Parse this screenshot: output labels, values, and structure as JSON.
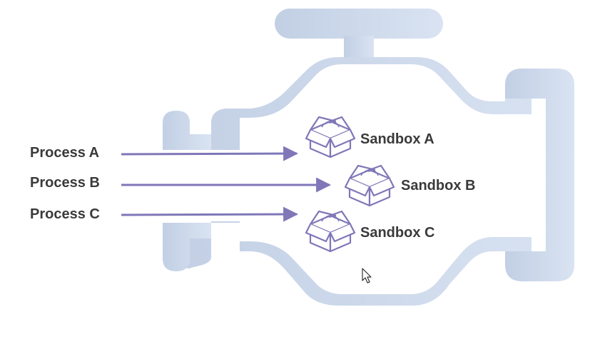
{
  "colors": {
    "engine_left": "#c2cfe4",
    "engine_right": "#d9e3f2",
    "arrow": "#7f77b8",
    "box_stroke": "#7f77b8",
    "box_fill": "#ffffff",
    "text": "#3a3a3a"
  },
  "processes": [
    {
      "label": "Process A"
    },
    {
      "label": "Process B"
    },
    {
      "label": "Process C"
    }
  ],
  "sandboxes": [
    {
      "label": "Sandbox A",
      "icon": "open-box-icon"
    },
    {
      "label": "Sandbox B",
      "icon": "open-box-icon"
    },
    {
      "label": "Sandbox C",
      "icon": "open-box-icon"
    }
  ],
  "cursor": {
    "icon": "mouse-pointer-icon"
  }
}
